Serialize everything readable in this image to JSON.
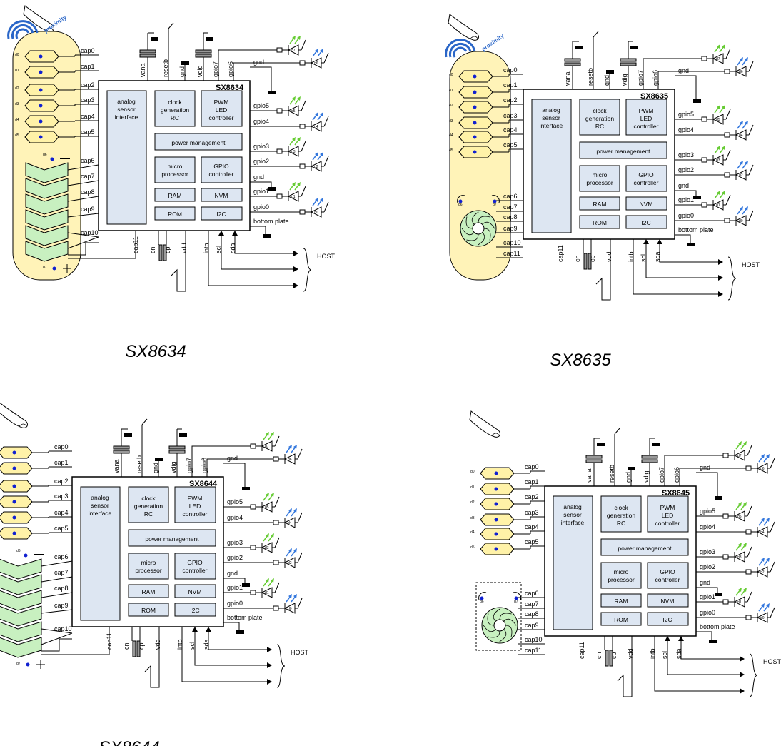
{
  "panels": [
    {
      "caption": "SX8634",
      "chip": "SX8634",
      "ox": 0,
      "oy": 0,
      "variant": "slider",
      "proximity": true,
      "proximity_label": "proximity"
    },
    {
      "caption": "SX8635",
      "chip": "SX8635",
      "ox": 595,
      "oy": 12,
      "variant": "wheel",
      "proximity": true,
      "proximity_label": "proximity"
    },
    {
      "caption": "SX8644",
      "chip": "SX8644",
      "ox": -37,
      "oy": 555,
      "variant": "slider",
      "proximity": false,
      "proximity_label": ""
    },
    {
      "caption": "SX8645",
      "chip": "SX8645",
      "ox": 625,
      "oy": 568,
      "variant": "wheel",
      "proximity": false,
      "proximity_label": ""
    }
  ],
  "blocks": {
    "analog": [
      "analog",
      "sensor",
      "interface"
    ],
    "clock": [
      "clock",
      "generation",
      "RC"
    ],
    "pwm": [
      "PWM",
      "LED",
      "controller"
    ],
    "power": "power management",
    "micro": [
      "micro",
      "processor"
    ],
    "gpio": [
      "GPIO",
      "controller"
    ],
    "ram": "RAM",
    "nvm": "NVM",
    "rom": "ROM",
    "i2c": "I2C"
  },
  "top_pins": [
    "vana",
    "resetb",
    "gnd",
    "vdig",
    "gpio7",
    "gpio6"
  ],
  "bottom_pins": [
    "cap11",
    "cn",
    "cp",
    "vdd",
    "intb",
    "scl",
    "sda"
  ],
  "left_pins": [
    "cap0",
    "cap1",
    "cap2",
    "cap3",
    "cap4",
    "cap5",
    "cap6",
    "cap7",
    "cap8",
    "cap9",
    "cap10"
  ],
  "right_pins": [
    "gnd",
    "gpio5",
    "gpio4",
    "gpio3",
    "gpio2",
    "gnd",
    "gpio1",
    "gpio0",
    "bottom plate"
  ],
  "host_label": "HOST",
  "led_labels": [
    "d7",
    "d6",
    "d5",
    "d4",
    "d3",
    "d2",
    "d1",
    "d0"
  ],
  "electrode_labels": [
    "d0",
    "d1",
    "d2",
    "d3",
    "d4",
    "d5",
    "d6",
    "d7"
  ],
  "colors": {
    "yellow": "#fff2a8",
    "yellow_panel": "#fff3b8",
    "green": "#c8f0c0",
    "block": "#dde6f2",
    "blue_dot": "#1020d0",
    "arrow_green": "#66cc33",
    "arrow_blue": "#3377dd",
    "prox": "#2a66c8"
  }
}
